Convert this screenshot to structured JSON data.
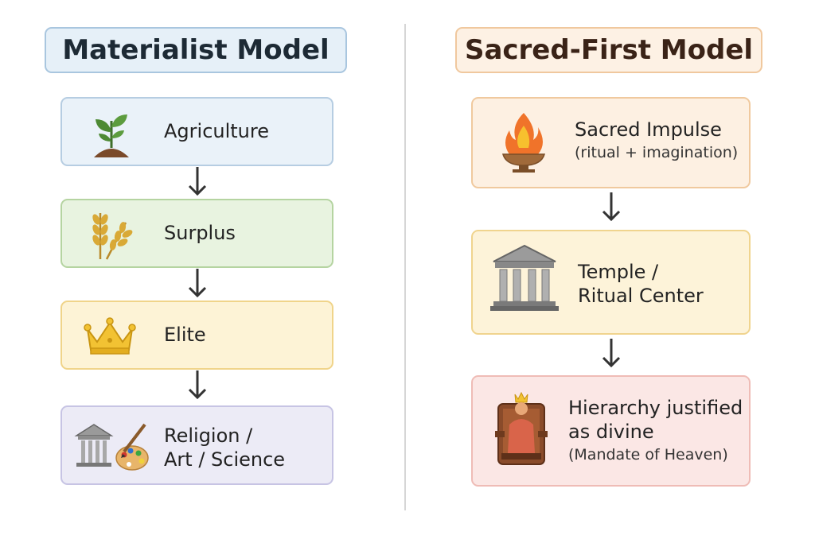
{
  "left_model": {
    "title": "Materialist Model",
    "steps": [
      {
        "label": "Agriculture",
        "icon": "sprout-icon"
      },
      {
        "label": "Surplus",
        "icon": "wheat-icon"
      },
      {
        "label": "Elite",
        "icon": "crown-icon"
      },
      {
        "label_line1": "Religion /",
        "label_line2": "Art / Science",
        "icon": "temple-and-palette-icon"
      }
    ]
  },
  "right_model": {
    "title": "Sacred-First Model",
    "steps": [
      {
        "label": "Sacred Impulse",
        "sub": "(ritual + imagination)",
        "icon": "flame-brazier-icon"
      },
      {
        "label_line1": "Temple /",
        "label_line2": "Ritual Center",
        "icon": "temple-icon"
      },
      {
        "label_line1": "Hierarchy justified",
        "label_line2": "as divine",
        "sub": "(Mandate of Heaven)",
        "icon": "enthroned-king-icon"
      }
    ]
  },
  "colors": {
    "blue_box": "#eaf2f9",
    "green_box": "#e8f3e0",
    "yellow_box": "#fdf3d6",
    "purple_box": "#ecebf6",
    "orange_box": "#fdf0e2",
    "pink_box": "#fbe7e5"
  }
}
